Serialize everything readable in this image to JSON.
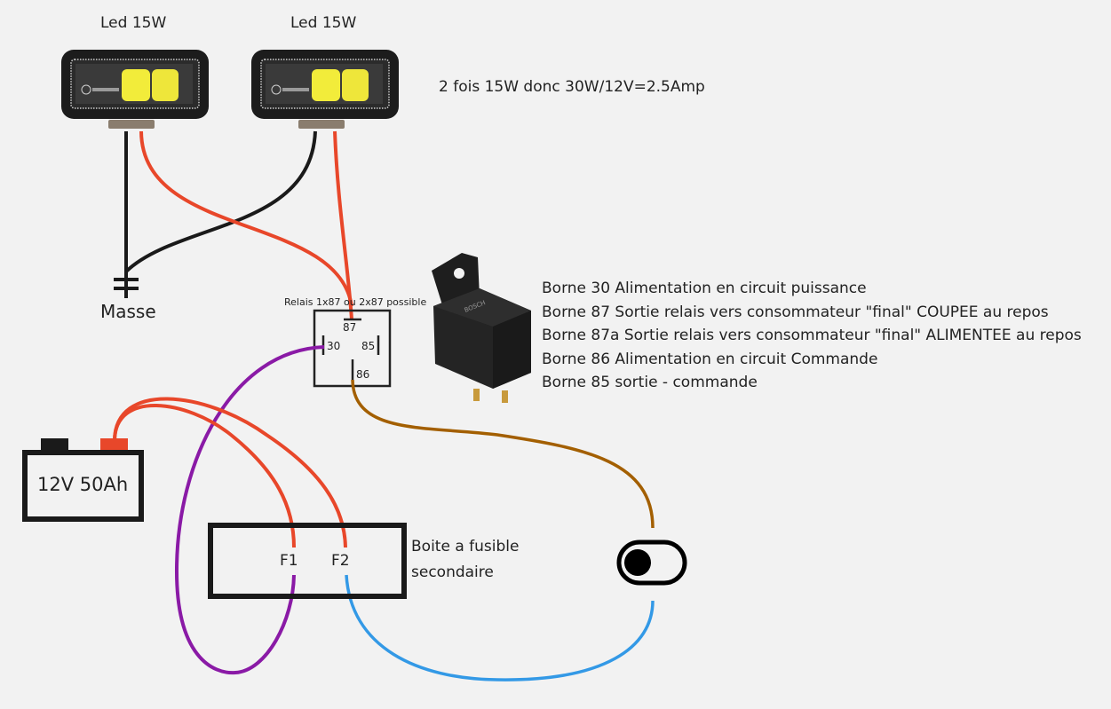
{
  "lamps": [
    {
      "label": "Led 15W"
    },
    {
      "label": "Led 15W"
    }
  ],
  "power_note": "2 fois 15W donc 30W/12V=2.5Amp",
  "ground": {
    "label": "Masse"
  },
  "relay": {
    "caption": "Relais 1x87 ou 2x87 possible",
    "terminals": {
      "t87": "87",
      "t30": "30",
      "t85": "85",
      "t86": "86"
    }
  },
  "relay_legend": [
    "Borne 30 Alimentation en circuit puissance",
    "Borne 87 Sortie relais vers consommateur \"final\" COUPEE au repos",
    "Borne 87a Sortie relais vers consommateur \"final\" ALIMENTEE au repos",
    "Borne 86 Alimentation en circuit Commande",
    "Borne 85 sortie - commande"
  ],
  "battery": {
    "label": "12V 50Ah"
  },
  "fusebox": {
    "label_line1": "Boite a fusible",
    "label_line2": "secondaire",
    "fuses": [
      "F1",
      "F2"
    ]
  },
  "switch": {
    "state": "off"
  },
  "colors": {
    "positive": "#e8472a",
    "ground": "#1a1a1a",
    "relay30": "#8a1aa6",
    "relay86": "#a35f00",
    "switch_out": "#3399e6",
    "background": "#f2f2f2"
  }
}
